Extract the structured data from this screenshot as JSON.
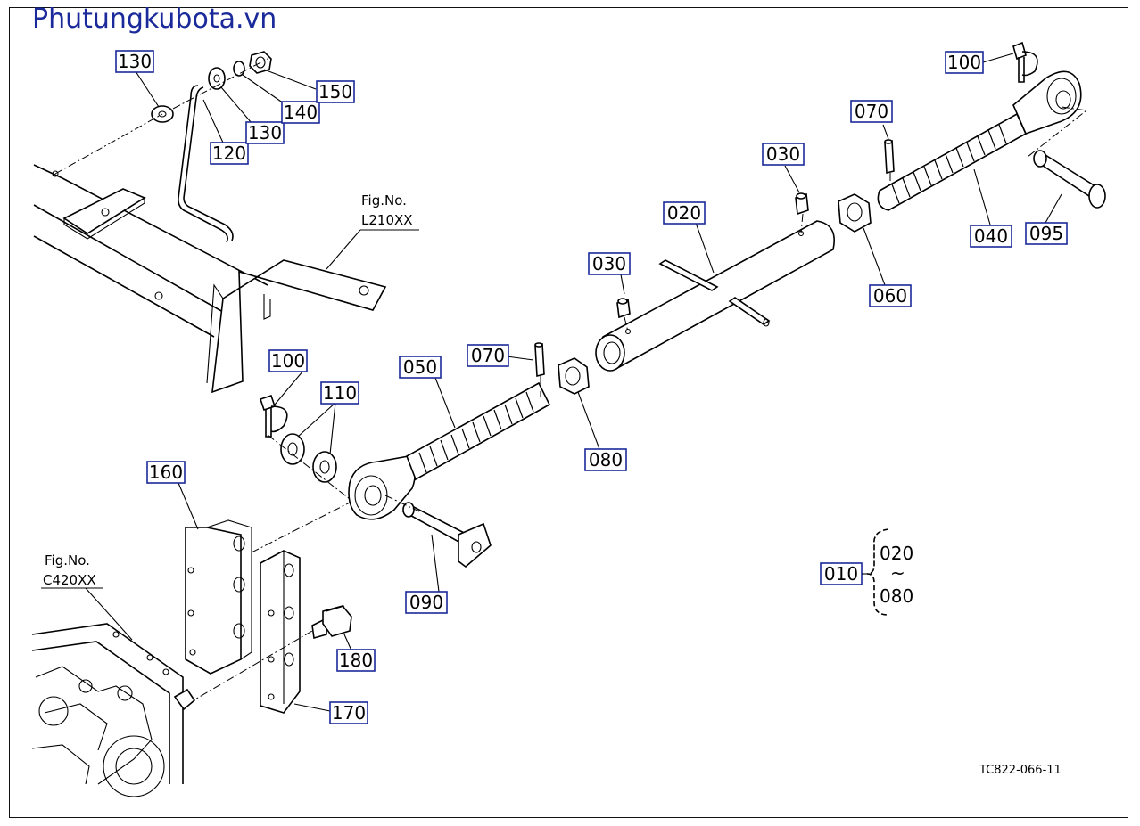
{
  "site_title": "Phutungkubota.vn",
  "drawing_code": "TC822-066-11",
  "figure_refs": {
    "upper": {
      "line1": "Fig.No.",
      "line2": "L210XX"
    },
    "lower": {
      "line1": "Fig.No.",
      "line2": "C420XX"
    }
  },
  "callouts": {
    "p130a": "130",
    "p130b": "130",
    "p120": "120",
    "p140": "140",
    "p150": "150",
    "p100a": "100",
    "p100b": "100",
    "p110": "110",
    "p160": "160",
    "p170": "170",
    "p180": "180",
    "p050": "050",
    "p070a": "070",
    "p070b": "070",
    "p080": "080",
    "p090": "090",
    "p030a": "030",
    "p030b": "030",
    "p020": "020",
    "p060": "060",
    "p040": "040",
    "p095": "095",
    "p010": "010"
  },
  "assembly_note": {
    "from": "020",
    "tilde": "~",
    "to": "080"
  }
}
